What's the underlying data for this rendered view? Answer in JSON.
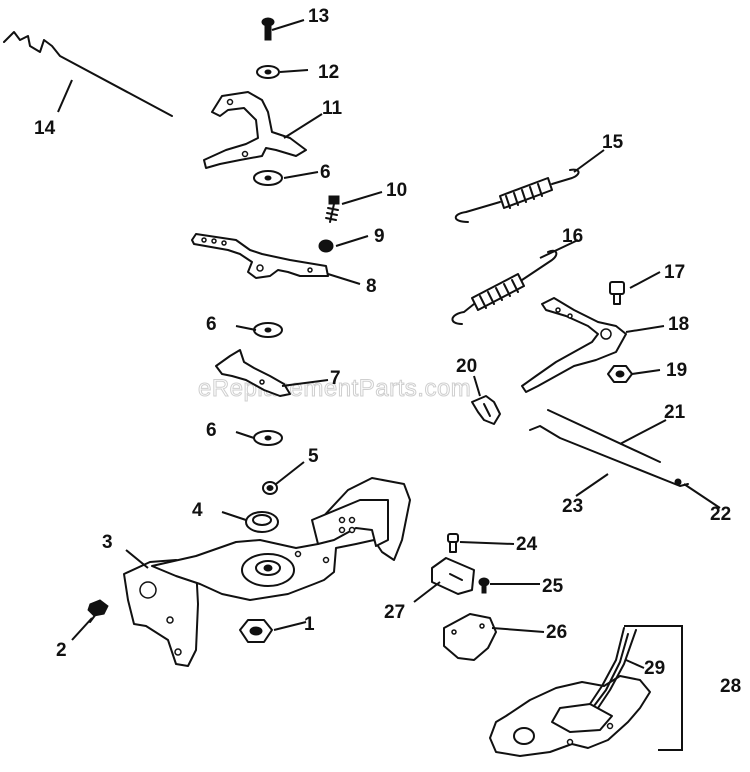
{
  "watermark": "eReplacementParts.com",
  "callouts": [
    "1",
    "2",
    "3",
    "4",
    "5",
    "6",
    "6",
    "6",
    "7",
    "8",
    "9",
    "10",
    "11",
    "12",
    "13",
    "14",
    "15",
    "16",
    "17",
    "18",
    "19",
    "20",
    "21",
    "22",
    "23",
    "24",
    "25",
    "26",
    "27",
    "28",
    "29"
  ],
  "colors": {
    "line": "#111111",
    "background": "#ffffff",
    "watermark": "#cfcfcf"
  }
}
